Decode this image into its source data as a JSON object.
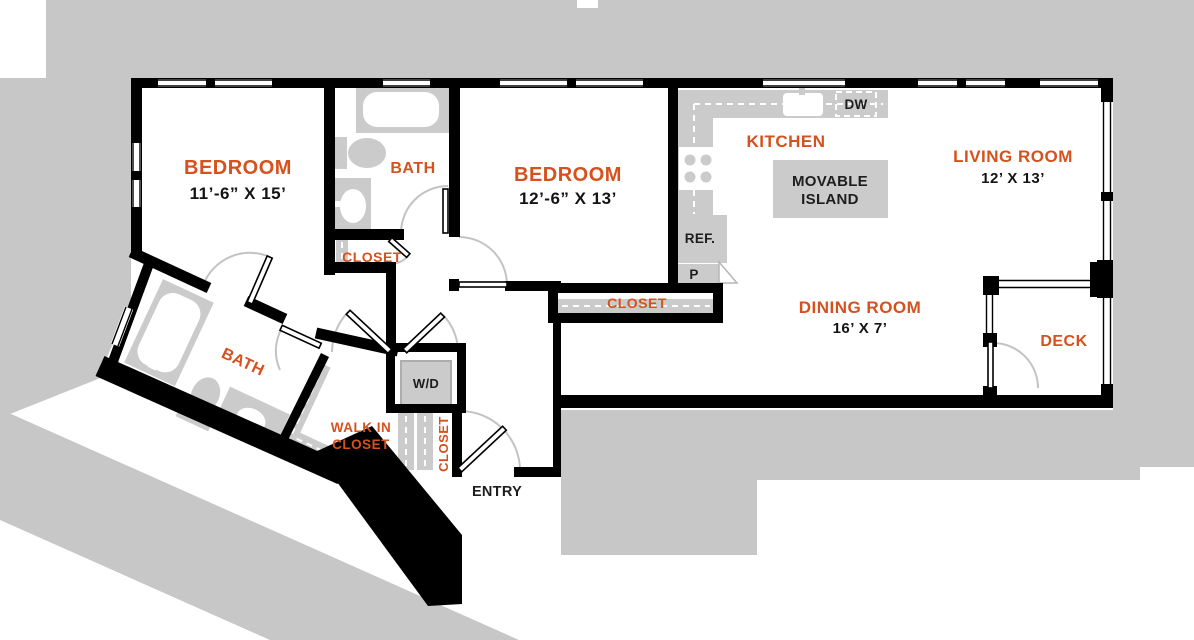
{
  "palette": {
    "background_gray": "#c7c7c7",
    "floor_white": "#ffffff",
    "wall_black": "#000000",
    "accent_orange": "#d5511d",
    "fixture_gray": "#cbcbcb",
    "door_arc_gray": "#c3c3c3"
  },
  "rooms": {
    "bedroom1": {
      "label": "BEDROOM",
      "dims": "11’-6” X 15’"
    },
    "bath1": {
      "label": "BATH"
    },
    "closet1": {
      "label": "CLOSET"
    },
    "bedroom2": {
      "label": "BEDROOM",
      "dims": "12’-6” X 13’"
    },
    "closet2": {
      "label": "CLOSET"
    },
    "kitchen": {
      "label": "KITCHEN"
    },
    "living": {
      "label": "LIVING ROOM",
      "dims": "12’ X 13’"
    },
    "dining": {
      "label": "DINING ROOM",
      "dims": "16’ X 7’"
    },
    "deck": {
      "label": "DECK"
    },
    "bath2": {
      "label": "BATH"
    },
    "walkin": {
      "label_line1": "WALK IN",
      "label_line2": "CLOSET"
    },
    "entry_closet": {
      "label": "CLOSET"
    },
    "entry": {
      "label": "ENTRY"
    }
  },
  "fixtures": {
    "island_line1": "MOVABLE",
    "island_line2": "ISLAND",
    "dishwasher": "DW",
    "refrigerator": "REF.",
    "pantry": "P",
    "washer_dryer": "W/D"
  }
}
